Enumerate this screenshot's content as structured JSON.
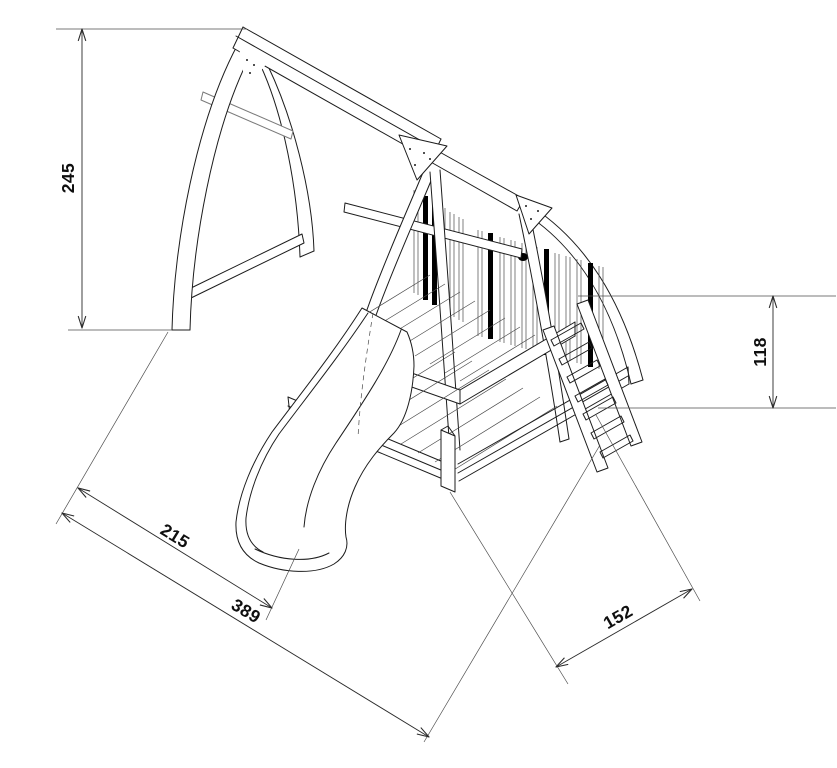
{
  "page": {
    "background": "#ffffff"
  },
  "drawing": {
    "kind": "isometric technical line drawing",
    "subject": "wooden playground tower with swing frame, slide and stairs",
    "line_color": "#1c1c1c",
    "dimension_color": "#2a2a2a",
    "labels": {
      "overall_height": "245",
      "platform_height": "118",
      "slide_side_length": "215",
      "overall_depth": "389",
      "base_width": "152"
    },
    "parts": [
      "swing-frame",
      "top-beam",
      "tower",
      "railing-slats",
      "platform-deck",
      "base-frame",
      "stairs",
      "slide"
    ]
  }
}
